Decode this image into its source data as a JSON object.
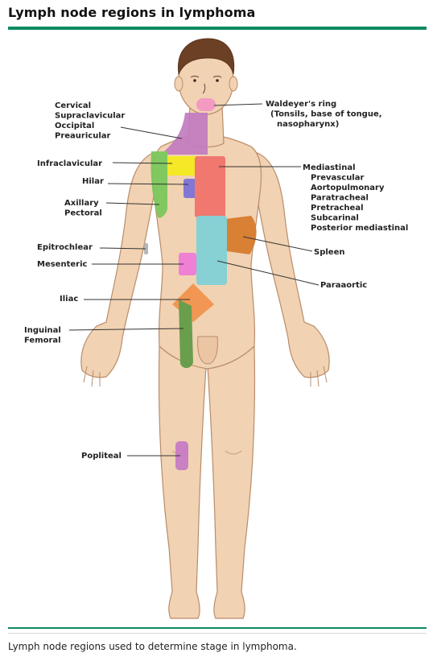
{
  "title": "Lymph node regions in lymphoma",
  "caption": "Lymph node regions used to determine stage in lymphoma.",
  "colors": {
    "accent": "#0e8a5f",
    "skin": "#f1d2b2",
    "skin_outline": "#b98c6b",
    "hair": "#6b4024",
    "cervical": "#c27cc0",
    "waldeyer": "#f495c4",
    "infraclavicular": "#f6ea1b",
    "axillary": "#78c85a",
    "hilar": "#7a70d8",
    "mediastinal": "#f0716a",
    "spleen": "#d67a2a",
    "paraaortic": "#7fd0d6",
    "mesenteric": "#f07ad6",
    "iliac": "#f2924b",
    "inguinal": "#5e9a45",
    "popliteal": "#c679c6",
    "epitrochlear": "#b0b0b0"
  },
  "labels": {
    "cervical": [
      "Cervical",
      "Supraclavicular",
      "Occipital",
      "Preauricular"
    ],
    "waldeyer": [
      "Waldeyer's ring",
      "(Tonsils, base of tongue,",
      "nasopharynx)"
    ],
    "infraclavicular": [
      "Infraclavicular"
    ],
    "mediastinal_title": "Mediastinal",
    "mediastinal_sub": [
      "Prevascular",
      "Aortopulmonary",
      "Paratracheal",
      "Pretracheal",
      "Subcarinal",
      "Posterior mediastinal"
    ],
    "hilar": [
      "Hilar"
    ],
    "axillary": [
      "Axillary",
      "Pectoral"
    ],
    "epitrochlear": [
      "Epitrochlear"
    ],
    "spleen": [
      "Spleen"
    ],
    "mesenteric": [
      "Mesenteric"
    ],
    "paraaortic": [
      "Paraaortic"
    ],
    "iliac": [
      "Iliac"
    ],
    "inguinal": [
      "Inguinal",
      "Femoral"
    ],
    "popliteal": [
      "Popliteal"
    ]
  }
}
